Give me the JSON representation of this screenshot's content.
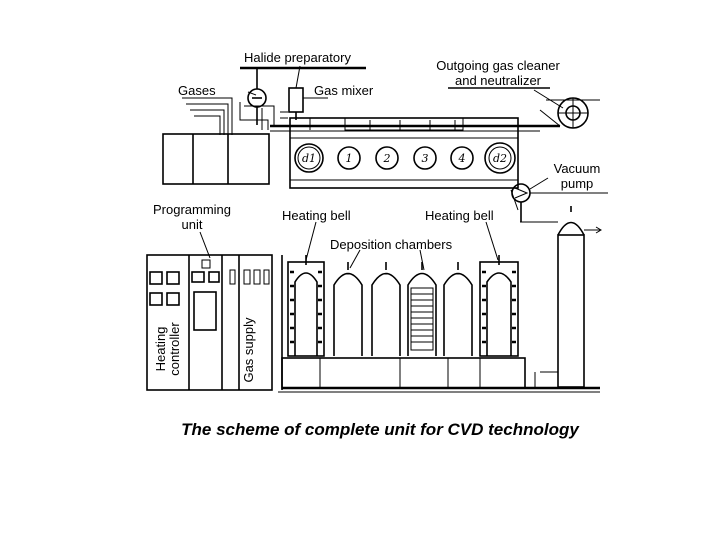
{
  "labels": {
    "halide_preparatory": "Halide preparatory",
    "gases": "Gases",
    "gas_mixer": "Gas mixer",
    "outgoing_gas_cleaner_line1": "Outgoing gas cleaner",
    "outgoing_gas_cleaner_line2": "and neutralizer",
    "vacuum_pump_line1": "Vacuum",
    "vacuum_pump_line2": "pump",
    "programming_unit_line1": "Programming",
    "programming_unit_line2": "unit",
    "heating_bell_left": "Heating bell",
    "heating_bell_right": "Heating bell",
    "deposition_chambers": "Deposition chambers",
    "heating_controller_line1": "Heating",
    "heating_controller_line2": "controller",
    "gas_supply": "Gas supply"
  },
  "chamber_markers": [
    "d1",
    "1",
    "2",
    "3",
    "4",
    "d2"
  ],
  "caption": "The  scheme of complete unit for CVD technology"
}
